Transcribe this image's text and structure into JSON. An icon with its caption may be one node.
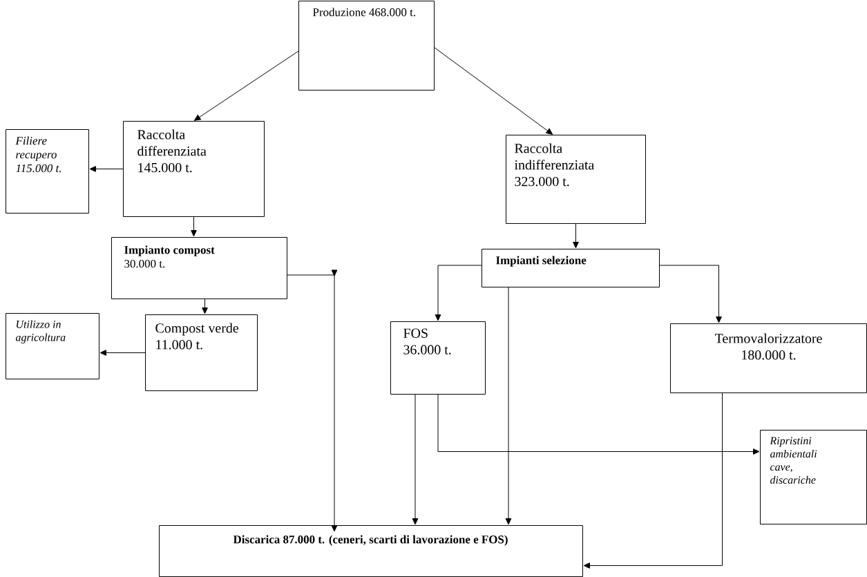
{
  "diagram": {
    "nodes": [
      {
        "text": [
          "Produzione 468.000 t."
        ]
      },
      {
        "text": [
          "Filiere recupero 115.000 t."
        ]
      },
      {
        "text": [
          "Raccolta differenziata 145.000 t."
        ]
      },
      {
        "text": [
          "Raccolta indifferenziata 323.000 t."
        ]
      },
      {
        "text": [
          "Impianto compost",
          "30.000 t."
        ]
      },
      {
        "text": [
          "Impianti selezione"
        ]
      },
      {
        "text": [
          "Utilizzo in agricoltura"
        ]
      },
      {
        "text": [
          "Compost verde 11.000 t."
        ]
      },
      {
        "text": [
          "FOS 36.000 t."
        ]
      },
      {
        "text": [
          "Termovalorizzatore 180.000 t."
        ]
      },
      {
        "text": [
          "Ripristini ambientali cave, discariche"
        ]
      },
      {
        "text": [
          "Discarica 87.000 t. (ceneri, scarti di lavorazione e FOS)"
        ]
      }
    ],
    "edges": [
      {
        "from": 0,
        "to": 2,
        "arrow": "to"
      },
      {
        "from": 0,
        "to": 3,
        "arrow": "to"
      },
      {
        "from": 2,
        "to": 1,
        "arrow": "to"
      },
      {
        "from": 2,
        "to": 4,
        "arrow": "to"
      },
      {
        "from": 3,
        "to": 5,
        "arrow": "to"
      },
      {
        "from": 4,
        "to": 7,
        "arrow": "to"
      },
      {
        "from": 7,
        "to": 6,
        "arrow": "to"
      },
      {
        "from": 4,
        "to": 11,
        "arrow": "to"
      },
      {
        "from": 5,
        "to": 8,
        "arrow": "to"
      },
      {
        "from": 5,
        "to": 9,
        "arrow": "to"
      },
      {
        "from": 5,
        "to": 11,
        "arrow": "to"
      },
      {
        "from": 8,
        "to": 11,
        "arrow": "to"
      },
      {
        "from": 8,
        "to": 10,
        "arrow": "to"
      },
      {
        "from": 9,
        "to": 11,
        "arrow": "to"
      }
    ]
  }
}
